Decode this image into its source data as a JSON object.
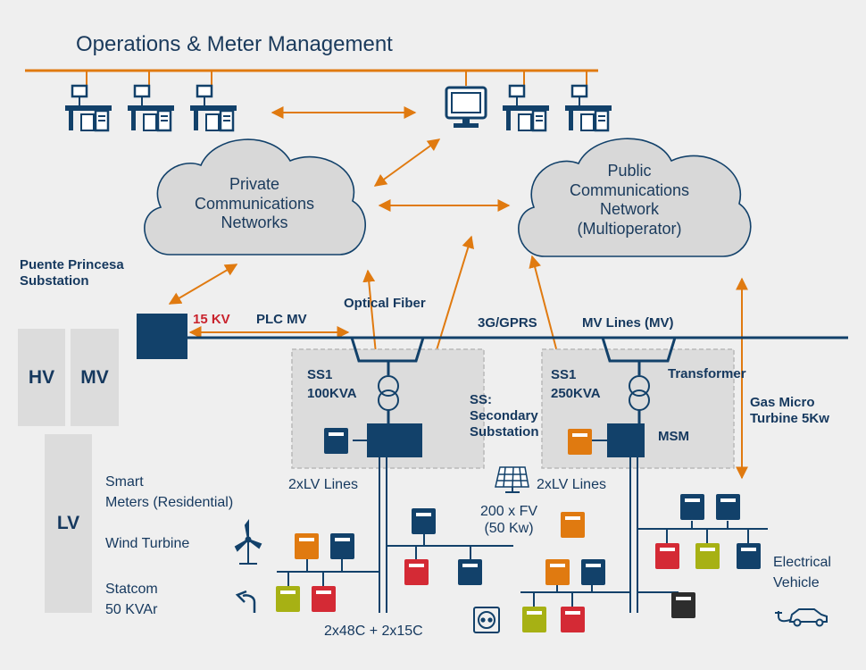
{
  "title": "Operations & Meter Management",
  "clouds": {
    "private": [
      "Private",
      "Communications",
      "Networks"
    ],
    "public": [
      "Public",
      "Communications",
      "Network",
      "(Multioperator)"
    ]
  },
  "labels": {
    "substation": [
      "Puente Princesa",
      "Substation"
    ],
    "kv": "15 KV",
    "plc": "PLC MV",
    "optical": "Optical Fiber",
    "gprs": "3G/GPRS",
    "mvlines": "MV Lines (MV)",
    "ss1a": [
      "SS1",
      "100KVA"
    ],
    "ss": [
      "SS:",
      "Secondary",
      "Substation"
    ],
    "ss1b": [
      "SS1",
      "250KVA"
    ],
    "transformer": "Transformer",
    "gas": [
      "Gas Micro",
      "Turbine 5Kw"
    ],
    "msm": "MSM",
    "lv_lines_a": "2xLV Lines",
    "lv_lines_b": "2xLV Lines",
    "fv": [
      "200 x FV",
      "(50 Kw)"
    ],
    "cables": "2x48C + 2x15C",
    "ev": [
      "Electrical",
      "Vehicle"
    ]
  },
  "voltage_levels": [
    "HV",
    "MV",
    "LV"
  ],
  "legend": {
    "smart_meters": [
      "Smart",
      "Meters (Residential)"
    ],
    "wind": "Wind Turbine",
    "statcom": [
      "Statcom",
      "50 KVAr"
    ]
  },
  "colors": {
    "navy": "#12416a",
    "orange": "#e07a10",
    "red": "#d42a35",
    "green": "#a7b114",
    "dark": "#2d2d2d",
    "red_text": "#c9232d",
    "background": "#efefef",
    "panel": "#dcdcdc"
  },
  "icons": [
    "computer-workstation-icon",
    "monitor-icon",
    "wind-turbine-icon",
    "statcom-icon",
    "solar-panel-icon",
    "power-outlet-icon",
    "electric-car-icon",
    "transformer-icon"
  ]
}
